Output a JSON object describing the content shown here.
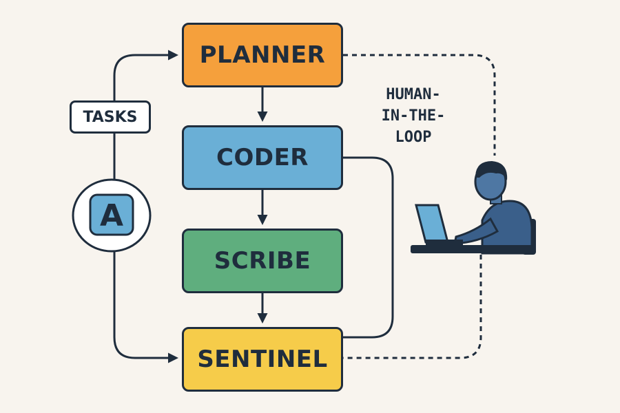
{
  "diagram": {
    "nodes": [
      {
        "id": "planner",
        "label": "PLANNER",
        "color": "#f5a03c"
      },
      {
        "id": "coder",
        "label": "CODER",
        "color": "#6aafd6"
      },
      {
        "id": "scribe",
        "label": "SCRIBE",
        "color": "#5fae7e"
      },
      {
        "id": "sentinel",
        "label": "SENTINEL",
        "color": "#f6cc4a"
      }
    ],
    "edges": [
      {
        "from": "planner",
        "to": "coder",
        "style": "solid",
        "arrow": true
      },
      {
        "from": "coder",
        "to": "scribe",
        "style": "solid",
        "arrow": true
      },
      {
        "from": "scribe",
        "to": "sentinel",
        "style": "solid",
        "arrow": true
      },
      {
        "from": "coder",
        "to": "sentinel",
        "style": "solid",
        "arrow": false
      },
      {
        "from": "tasks",
        "to": "planner",
        "style": "solid",
        "arrow": true
      },
      {
        "from": "tasks",
        "to": "sentinel",
        "style": "solid",
        "arrow": true
      },
      {
        "from": "planner",
        "to": "human",
        "style": "dashed",
        "arrow": false
      },
      {
        "from": "human",
        "to": "sentinel",
        "style": "dashed",
        "arrow": false
      }
    ],
    "tasks_label": "TASKS",
    "agent_badge": {
      "letter": "A",
      "color": "#6aafd6"
    },
    "human_in_the_loop": {
      "label_lines": [
        "HUMAN-",
        "IN-THE-",
        "LOOP"
      ],
      "figure": "person-at-laptop-icon",
      "shirt_color": "#3a5f8a",
      "screen_color": "#6aafd6"
    },
    "colors": {
      "ink": "#1f2d3d",
      "background": "#f8f4ee"
    }
  }
}
